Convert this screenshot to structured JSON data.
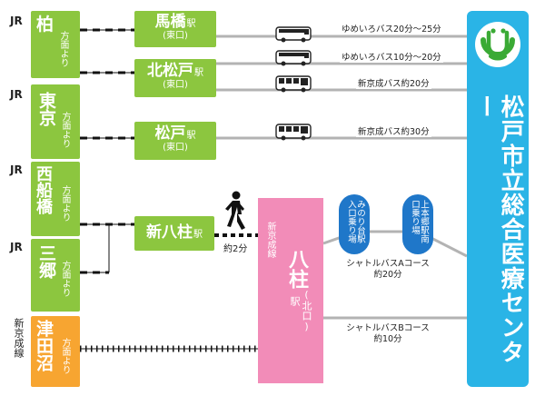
{
  "labels": {
    "jr": "JR",
    "shinkeisei_line": "新京成線",
    "hobun": "方面より"
  },
  "origins": [
    {
      "name": "柏",
      "line": "JR"
    },
    {
      "name": "東京",
      "line": "JR"
    },
    {
      "name": "西船橋",
      "line": "JR"
    },
    {
      "name": "三郷",
      "line": "JR"
    },
    {
      "name": "津田沼",
      "line": "新京成線"
    }
  ],
  "stations": [
    {
      "name": "馬橋",
      "eki": "駅",
      "sub": "(東口)"
    },
    {
      "name": "北松戸",
      "eki": "駅",
      "sub": "(東口)"
    },
    {
      "name": "松戸",
      "eki": "駅",
      "sub": "(東口)"
    },
    {
      "name": "新八柱",
      "eki": "駅",
      "sub": ""
    }
  ],
  "bus_routes": [
    "ゆめいろバス20分〜25分",
    "ゆめいろバス10分〜20分",
    "新京成バス約20分",
    "新京成バス約30分"
  ],
  "walk_time": "約2分",
  "yahashira": {
    "line": "新京成線",
    "name": "八柱",
    "eki": "駅",
    "exit": "(北口)"
  },
  "stops": {
    "a": "みのり台駅入口乗り場",
    "b": "上本郷駅南口乗り場"
  },
  "shuttle_a": {
    "name": "シャトルバスAコース",
    "time": "約20分"
  },
  "shuttle_b": {
    "name": "シャトルバスBコース",
    "time": "約10分"
  },
  "hospital": "松戸市立総合医療センター",
  "colors": {
    "green": "#8cc63f",
    "blue": "#2ab4e6",
    "pink": "#f28cb8",
    "orange": "#f7a531",
    "navy": "#1f77c9"
  }
}
